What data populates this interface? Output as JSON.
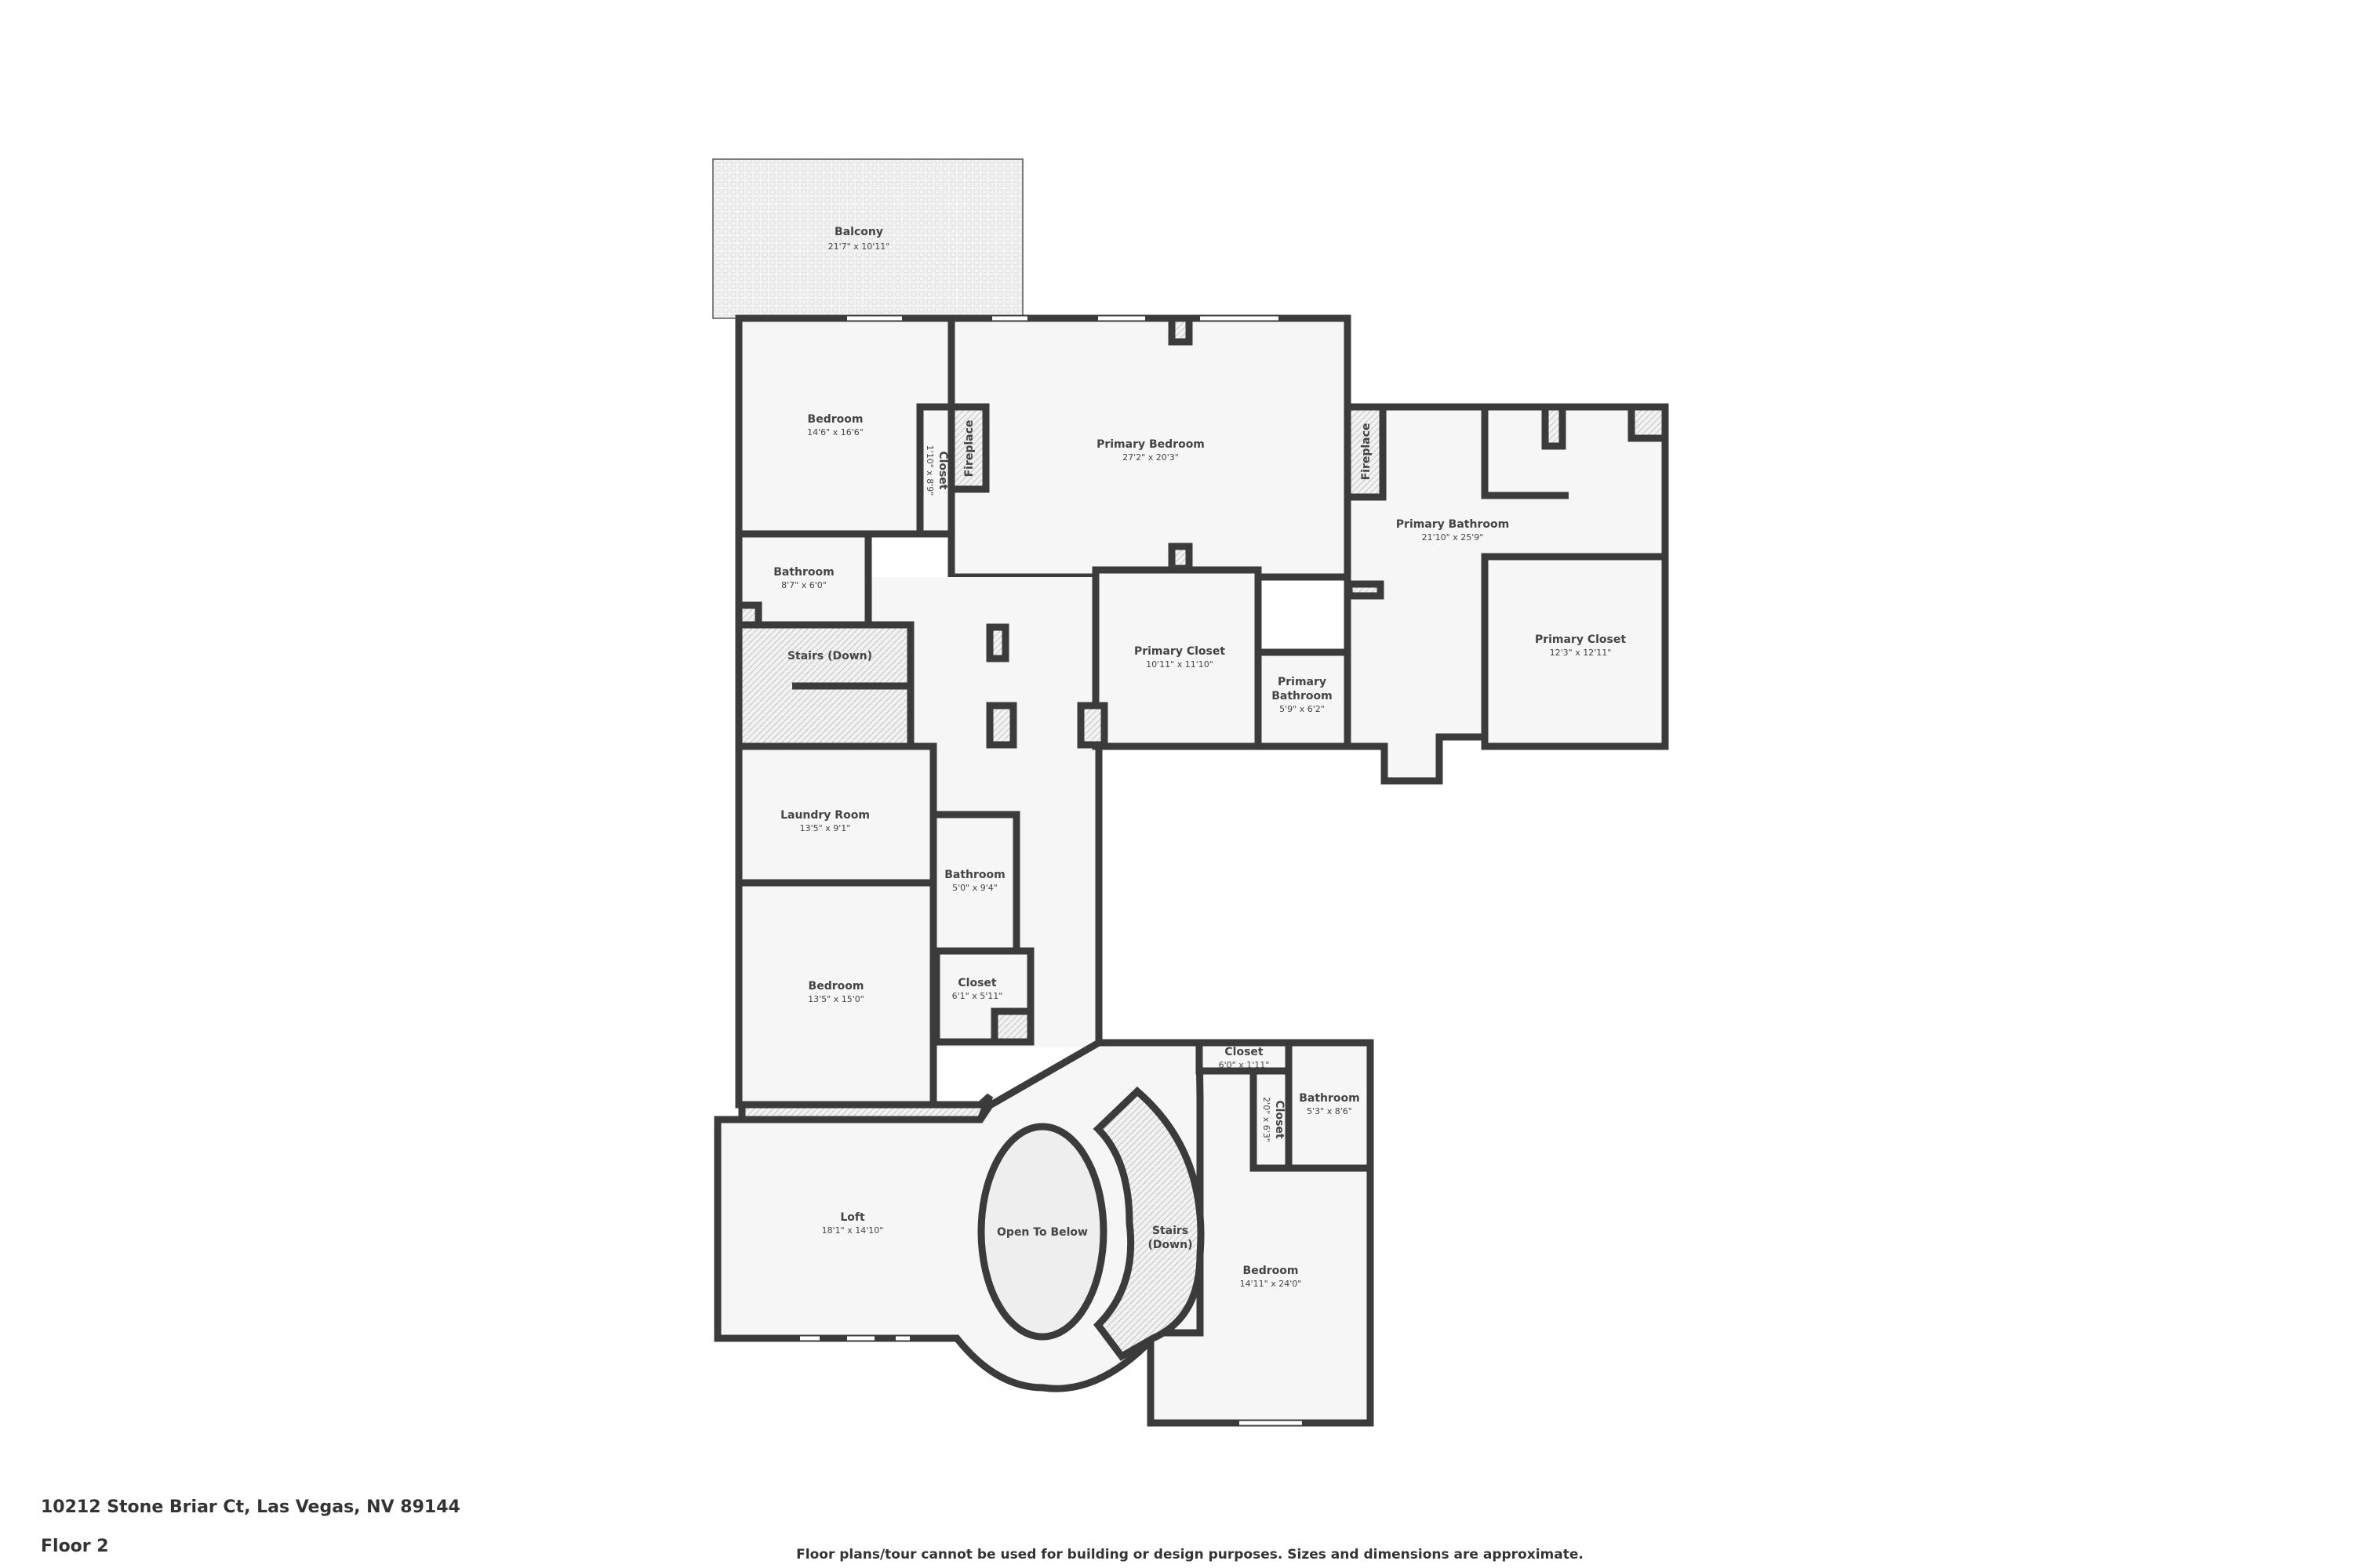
{
  "address": "10212 Stone Briar Ct, Las Vegas, NV 89144",
  "floor": "Floor 2",
  "disclaimer": "Floor plans/tour cannot be used for building or design purposes. Sizes and dimensions are approximate.",
  "colors": {
    "wall": "#3b3b3b",
    "room_fill": "#f6f6f6",
    "text": "#444444"
  },
  "rooms": {
    "balcony": {
      "name": "Balcony",
      "dim": "21'7\" x 10'11\""
    },
    "bedroom1": {
      "name": "Bedroom",
      "dim": "14'6\" x 16'6\""
    },
    "closet1": {
      "name": "Closet",
      "dim": "1'10\" x 8'9\""
    },
    "fireplace1": {
      "name": "Fireplace"
    },
    "primary_bedroom": {
      "name": "Primary Bedroom",
      "dim": "27'2\" x 20'3\""
    },
    "fireplace2": {
      "name": "Fireplace"
    },
    "primary_bathroom": {
      "name": "Primary Bathroom",
      "dim": "21'10\" x 25'9\""
    },
    "bathroom1": {
      "name": "Bathroom",
      "dim": "8'7\" x 6'0\""
    },
    "stairs1": {
      "name": "Stairs (Down)"
    },
    "primary_closet1": {
      "name": "Primary Closet",
      "dim": "10'11\" x 11'10\""
    },
    "primary_bathroom2": {
      "name1": "Primary",
      "name2": "Bathroom",
      "dim": "5'9\" x 6'2\""
    },
    "primary_closet2": {
      "name": "Primary Closet",
      "dim": "12'3\" x 12'11\""
    },
    "laundry": {
      "name": "Laundry Room",
      "dim": "13'5\" x 9'1\""
    },
    "bathroom2": {
      "name": "Bathroom",
      "dim": "5'0\" x 9'4\""
    },
    "bedroom2": {
      "name": "Bedroom",
      "dim": "13'5\" x 15'0\""
    },
    "closet2": {
      "name": "Closet",
      "dim": "6'1\" x 5'11\""
    },
    "closet3": {
      "name": "Closet",
      "dim": "6'0\" x 1'11\""
    },
    "bathroom3": {
      "name": "Bathroom",
      "dim": "5'3\" x 8'6\""
    },
    "closet4": {
      "name": "Closet",
      "dim": "2'0\" x 6'3\""
    },
    "loft": {
      "name": "Loft",
      "dim": "18'1\" x 14'10\""
    },
    "open_below": {
      "name": "Open To Below"
    },
    "stairs2": {
      "name1": "Stairs",
      "name2": "(Down)"
    },
    "bedroom3": {
      "name": "Bedroom",
      "dim": "14'11\" x 24'0\""
    }
  }
}
